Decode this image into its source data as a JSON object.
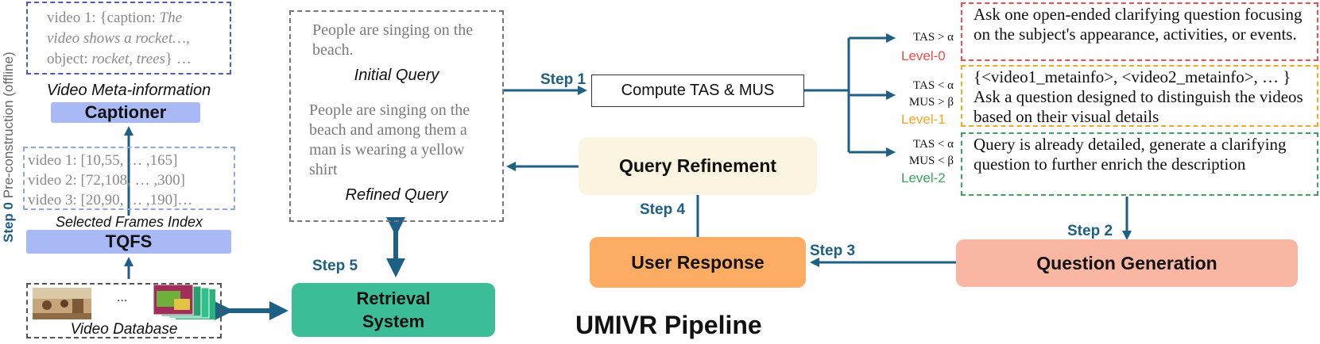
{
  "meta_info": {
    "line1_plain": "video 1: {caption: ",
    "line1_italic": "The",
    "line2_italic": "video shows a rocket…,",
    "line3_plain": "object: ",
    "line3_italic": "rocket, trees",
    "line3_end": "} …",
    "label": "Video Meta-information"
  },
  "captioner": "Captioner",
  "frames_index": {
    "lines": [
      "video 1: [10,55, … ,165]",
      "video 2: [72,108, … ,300]",
      "video 3: [20,90, … ,190]…"
    ],
    "label": "Selected Frames Index"
  },
  "tqfs": "TQFS",
  "video_database": {
    "ellipsis": "...",
    "label": "Video Database"
  },
  "step0": {
    "bold": "Step 0",
    "rest": " Pre-construction (offline)"
  },
  "queries": {
    "initial_text": "People are singing on the beach.",
    "initial_label": "Initial Query",
    "refined_text": "People are singing on the beach and among them a man is wearing a yellow shirt",
    "refined_label": "Refined Query"
  },
  "retrieval_system": {
    "line1": "Retrieval",
    "line2": "System"
  },
  "steps": {
    "s1": "Step 1",
    "s2": "Step 2",
    "s3": "Step 3",
    "s4": "Step 4",
    "s5": "Step 5"
  },
  "compute": "Compute TAS & MUS",
  "query_refinement": "Query Refinement",
  "user_response": "User Response",
  "question_generation": "Question Generation",
  "pipeline_title": "UMIVR Pipeline",
  "conditions": {
    "c0": "TAS >  α",
    "c1a": "TAS <  α",
    "c1b": "MUS >  β",
    "c2a": "TAS <  α",
    "c2b": "MUS <  β"
  },
  "levels": {
    "l0": "Level-0",
    "l1": "Level-1",
    "l2": "Level-2"
  },
  "level_questions": {
    "q0": "Ask one open-ended clarifying question focusing on the subject's appearance, activities, or events.",
    "q1": "{<video1_metainfo>, <video2_metainfo>, … } Ask a question designed to distinguish the videos based on their visual details",
    "q2": "Query is already detailed, generate a clarifying question to further enrich the description"
  },
  "colors": {
    "arrow": "#1d5f85",
    "captioner_fill": "#a9b9f5",
    "retrieval_fill": "#3bbd98",
    "refinement_fill": "#fbf4e0",
    "user_response_fill": "#fcac63",
    "question_gen_fill": "#f9b7a3",
    "level0": "#ee4c4c",
    "level1": "#f5a623",
    "level2": "#3ca35f"
  }
}
